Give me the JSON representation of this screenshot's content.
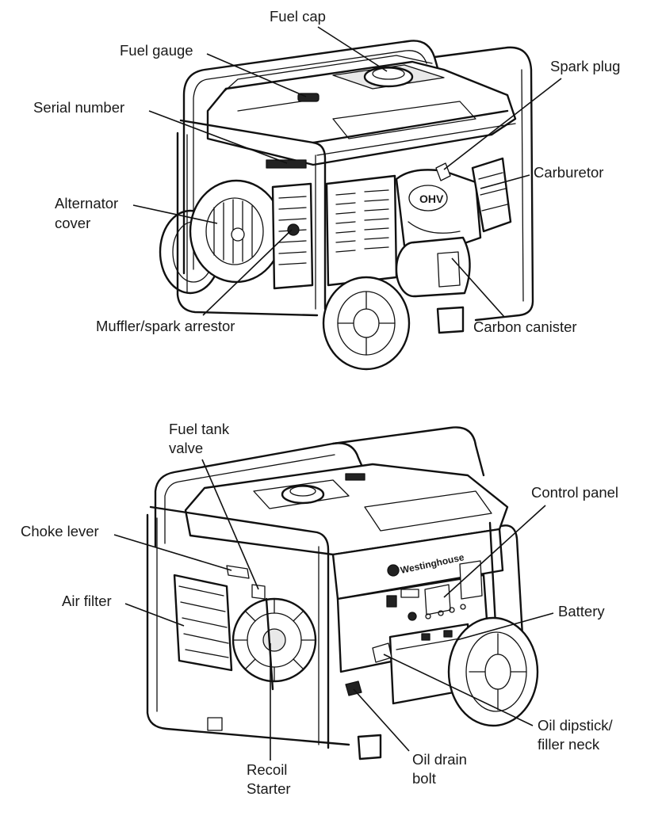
{
  "diagram_top": {
    "fuel_cap": "Fuel cap",
    "fuel_gauge": "Fuel gauge",
    "spark_plug": "Spark plug",
    "serial_number": "Serial number",
    "carburetor": "Carburetor",
    "alternator_cover_line1": "Alternator",
    "alternator_cover_line2": "cover",
    "muffler": "Muffler/spark arrestor",
    "carbon_canister": "Carbon canister",
    "badge_text": "OHV"
  },
  "diagram_bottom": {
    "fuel_tank_valve_line1": "Fuel tank",
    "fuel_tank_valve_line2": "valve",
    "control_panel": "Control panel",
    "choke_lever": "Choke lever",
    "air_filter": "Air filter",
    "battery": "Battery",
    "oil_dipstick_line1": "Oil dipstick/",
    "oil_dipstick_line2": "filler neck",
    "oil_drain_line1": "Oil drain",
    "oil_drain_line2": "bolt",
    "recoil_line1": "Recoil",
    "recoil_line2": "Starter",
    "brand": "Westinghouse"
  }
}
